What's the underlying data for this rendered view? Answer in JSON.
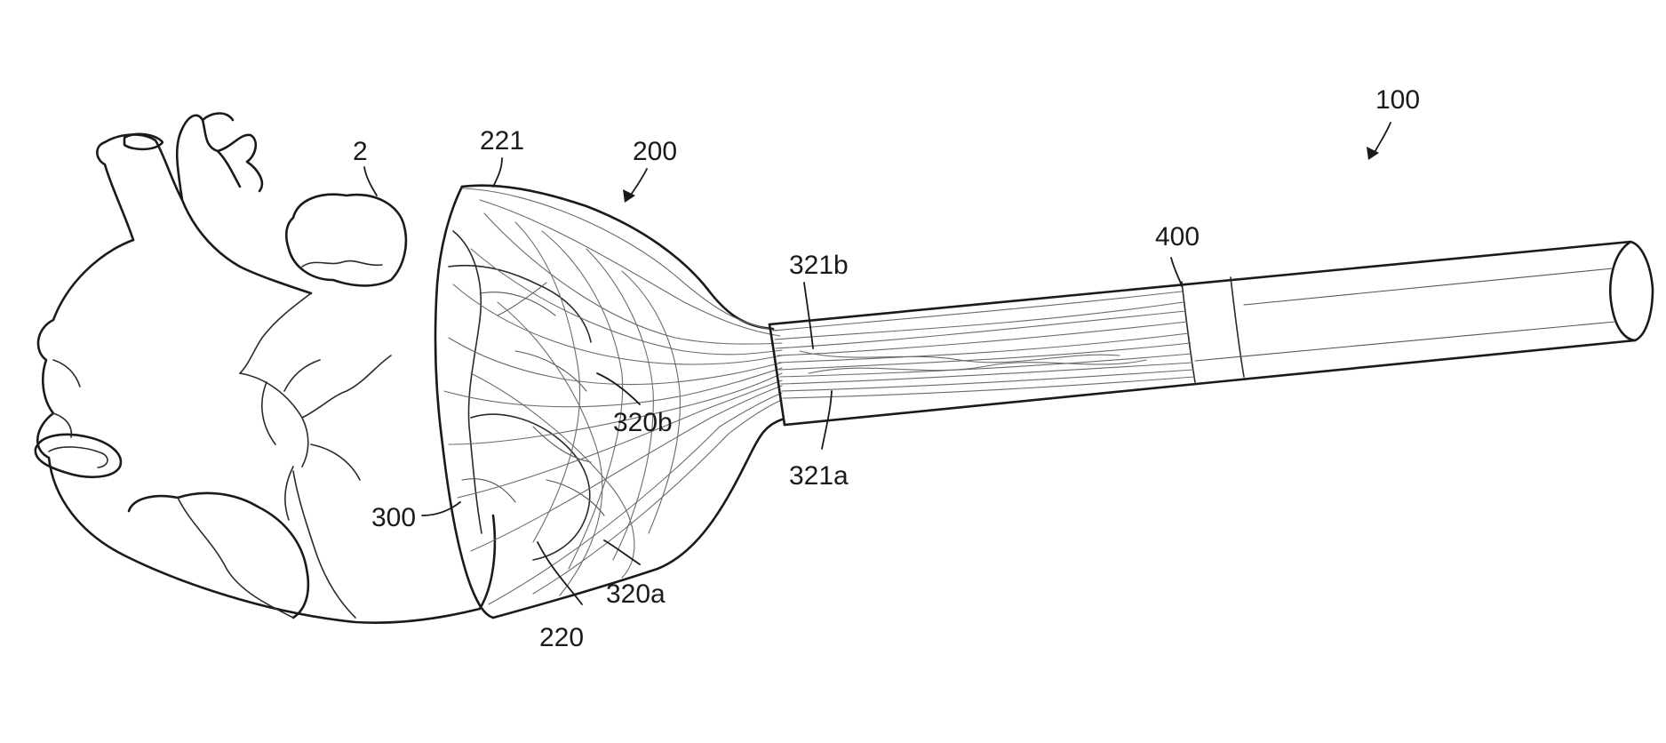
{
  "figure": {
    "labels": {
      "device": "100",
      "heart": "2",
      "basket_top": "221",
      "basket": "200",
      "sheath": "400",
      "filament_b_in_sheath": "321b",
      "filament_b": "320b",
      "filament_a_in_sheath": "321a",
      "basket_wall": "300",
      "filament_a": "320a",
      "basket_bottom": "220"
    }
  }
}
